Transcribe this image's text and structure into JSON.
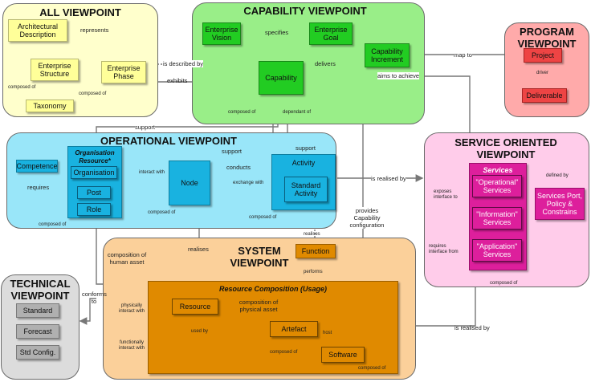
{
  "viewpoints": {
    "all": "ALL VIEWPOINT",
    "capability": "CAPABILITY VIEWPOINT",
    "program": "PROGRAM VIEWPOINT",
    "operational": "OPERATIONAL  VIEWPOINT",
    "service": "SERVICE ORIENTED VIEWPOINT",
    "system": "SYSTEM VIEWPOINT",
    "technical": "TECHNICAL VIEWPOINT"
  },
  "nodes": {
    "architectural_description": "Architectural Description",
    "enterprise_structure": "Enterprise Structure",
    "enterprise_phase": "Enterprise Phase",
    "taxonomy": "Taxonomy",
    "enterprise_vision": "Enterprise Vision",
    "enterprise_goal": "Enterprise Goal",
    "capability_increment": "Capability Increment",
    "capability": "Capability",
    "project": "Project",
    "deliverable": "Deliverable",
    "competence": "Competence",
    "organisation_resource": "Organisation Resource*",
    "organisation": "Organisation",
    "post": "Post",
    "role": "Role",
    "node": "Node",
    "activity": "Activity",
    "standard_activity": "Standard Activity",
    "services": "Services",
    "operational_services": "\"Operational\" Services",
    "information_services": "\"Information\" Services",
    "application_services": "\"Application\" Services",
    "services_port": "Services Port, Policy & Constrains",
    "function": "Function",
    "resource_composition": "Resource Composition (Usage)",
    "resource": "Resource",
    "artefact": "Artefact",
    "software": "Software",
    "standard": "Standard",
    "forecast": "Forecast",
    "std_config": "Std Config."
  },
  "labels": {
    "represents": "represents",
    "composed_of": "composed of",
    "is_described_by": "is described by",
    "exhibits": "exhibits",
    "specifies": "specifies",
    "delivers": "delivers",
    "dependant_of": "dependant of",
    "map_to": "map to",
    "driver": "driver",
    "aims_to_achieve": "aims to achieve",
    "support": "support",
    "requires": "requires",
    "interact_with": "interact with",
    "conducts": "conducts",
    "exchange_with": "exchange with",
    "is_realised_by": "is realised by",
    "defined_by": "defined by",
    "exposes_interface_to": "exposes interface to",
    "requires_interface_from": "requires interface from",
    "provides_capability": "provides Capability configuration",
    "realises": "realises",
    "composition_human": "composition of human asset",
    "performs": "performs",
    "conforms_to": "conforms to",
    "physically_interact": "physically interact with",
    "functionally_interact": "functionally interact with",
    "used_by": "used by",
    "composition_physical": "composition of physical asset",
    "host": "host"
  }
}
